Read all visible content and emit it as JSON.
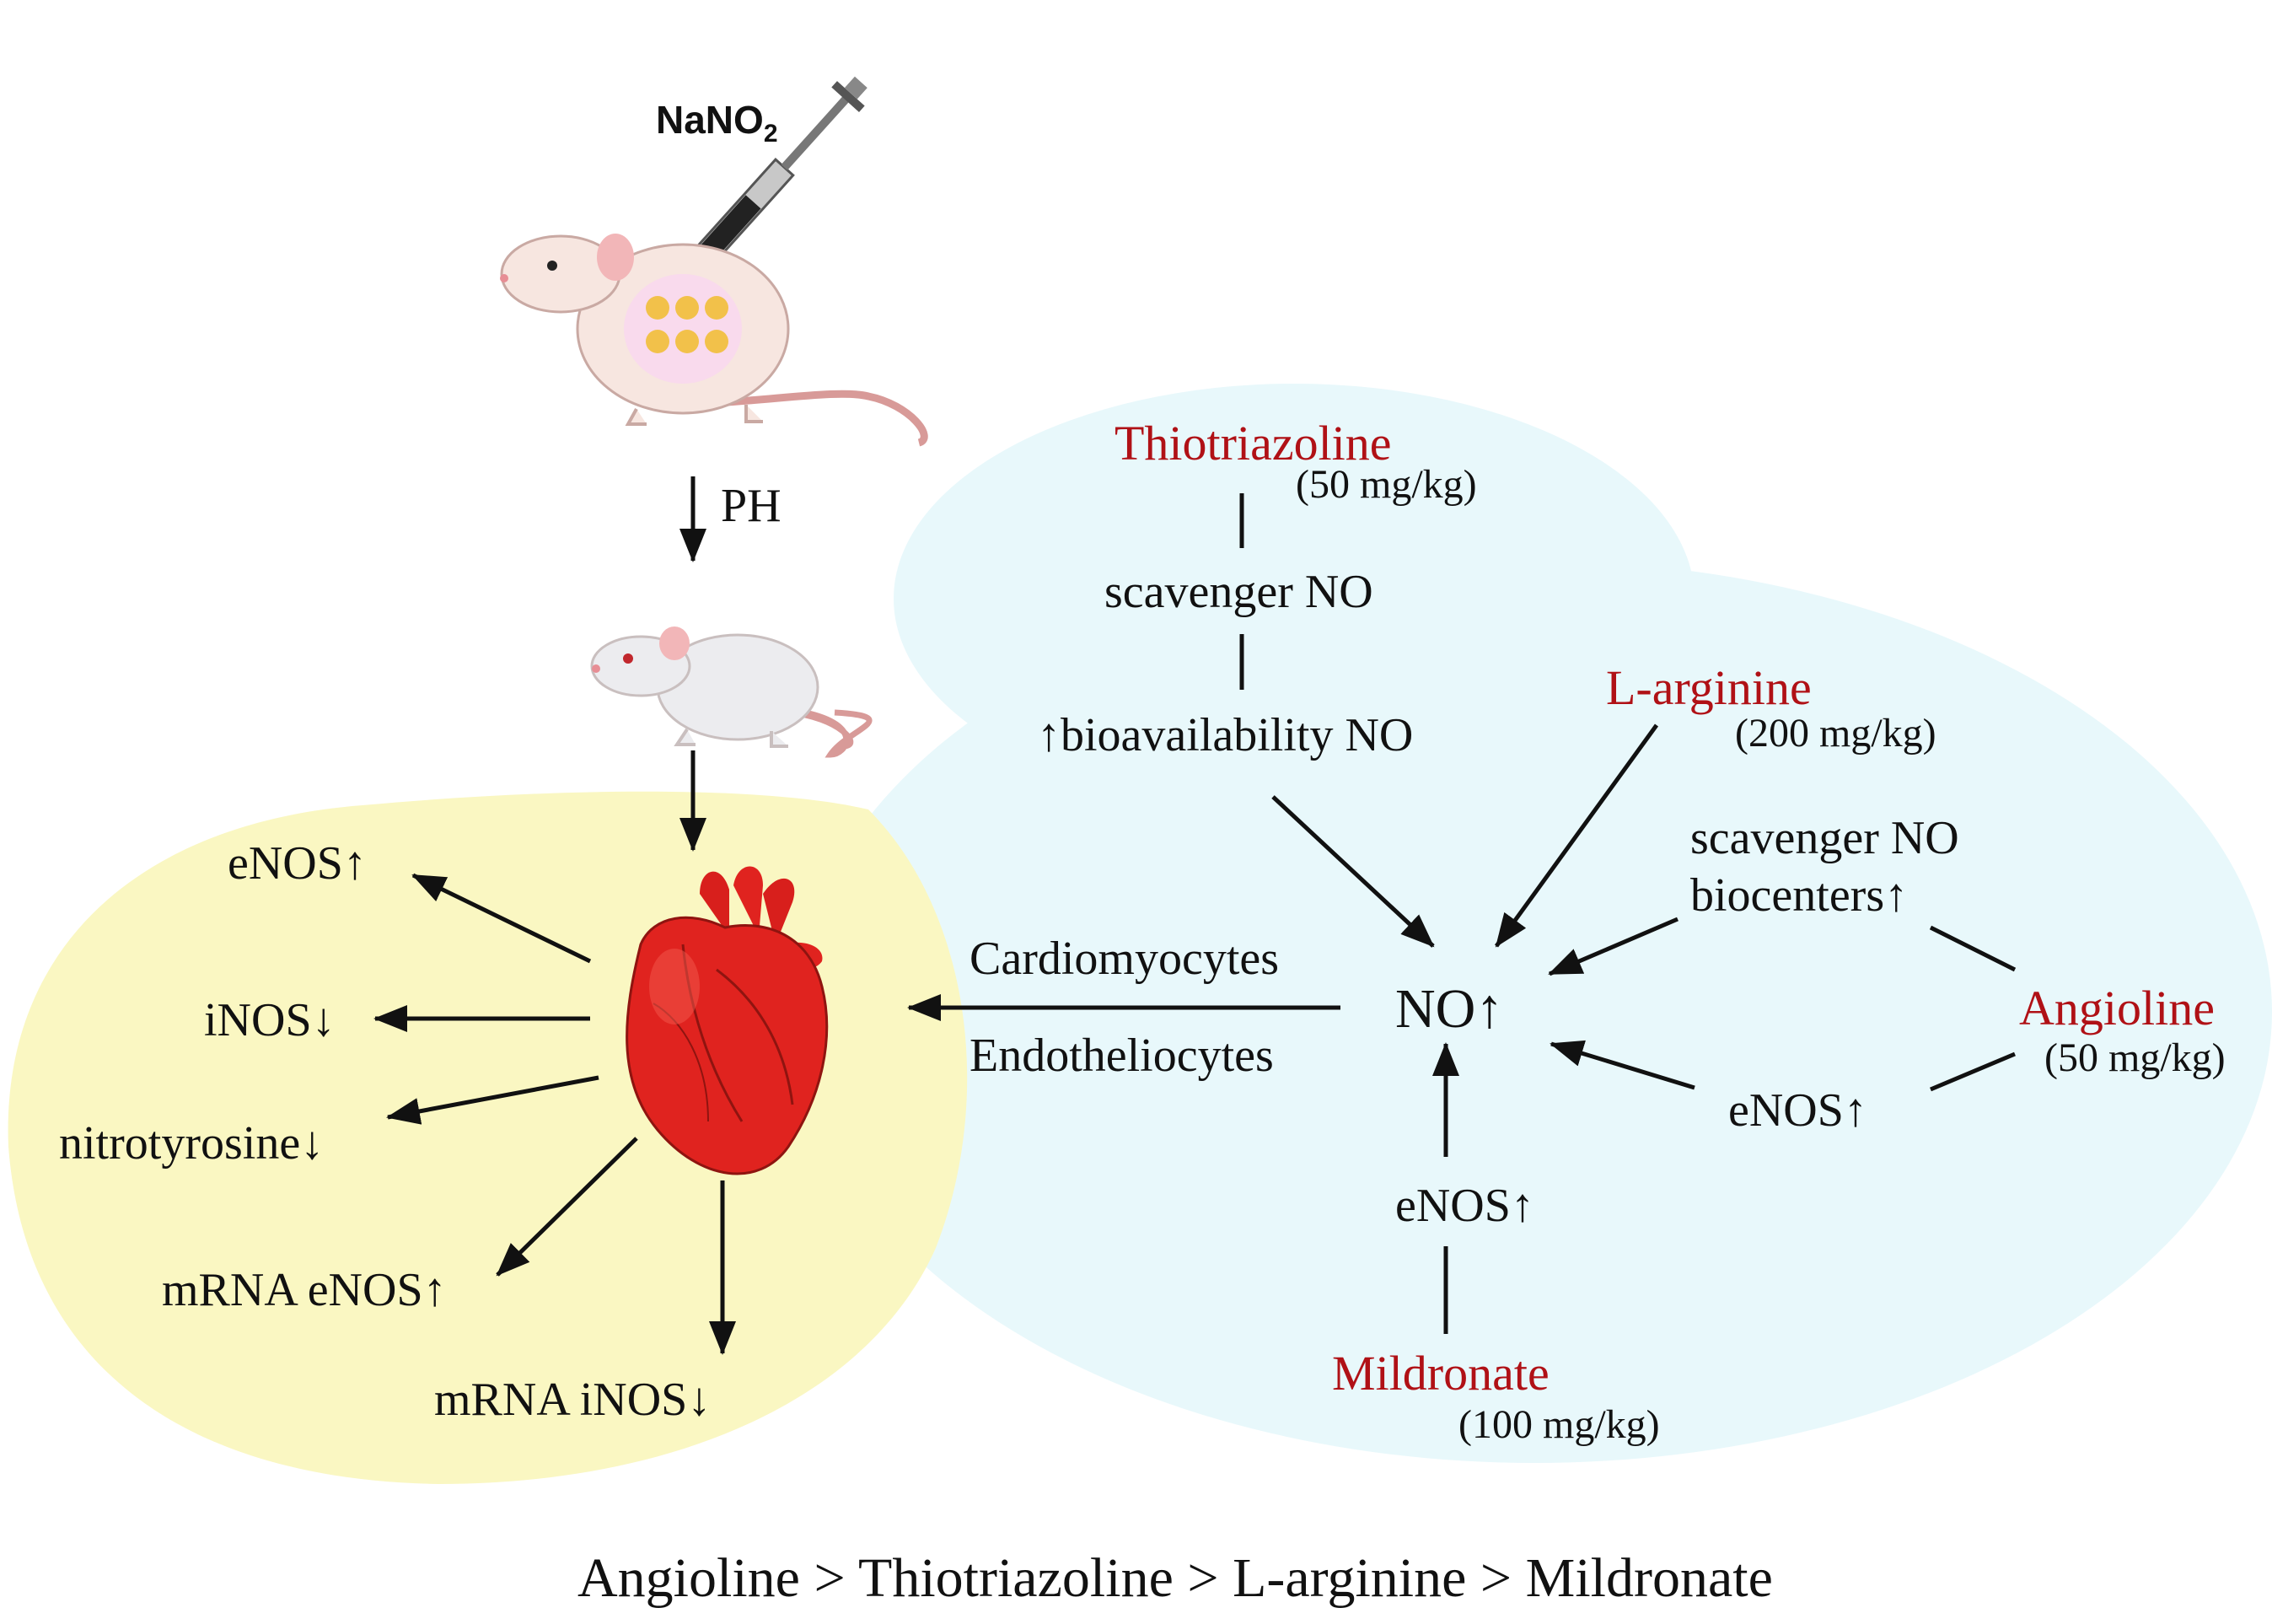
{
  "colors": {
    "blue_region": "#e8f8fb",
    "yellow_region": "#faf7c2",
    "drug_name": "#b01116",
    "heart": "#e0231f",
    "mouse_body": "#f7e6e0"
  },
  "icons": [
    "syringe-icon",
    "mouse-icon",
    "heart-icon"
  ],
  "injection": {
    "label": "NaNO",
    "subscript": "2"
  },
  "model_label": "PH",
  "heart_effects": [
    "eNOS↑",
    "iNOS↓",
    "nitrotyrosine↓",
    "mRNA eNOS↑",
    "mRNA iNOS↓"
  ],
  "cells": {
    "top": "Cardiomyocytes",
    "bottom": "Endotheliocytes"
  },
  "center": "NO↑",
  "drugs": {
    "thiotriazoline": {
      "name": "Thiotriazoline",
      "dose": "(50 mg/kg)",
      "effects": [
        "scavenger NO",
        "↑bioavailability NO"
      ]
    },
    "l_arginine": {
      "name": "L-arginine",
      "dose": "(200 mg/kg)"
    },
    "angioline": {
      "name": "Angioline",
      "dose": "(50 mg/kg)",
      "effects": [
        "scavenger NO",
        "biocenters↑",
        "eNOS↑"
      ]
    },
    "mildronate": {
      "name": "Mildronate",
      "dose": "(100 mg/kg)",
      "effects": [
        "eNOS↑"
      ]
    }
  },
  "ranking": "Angioline > Thiotriazoline > L-arginine > Mildronate"
}
